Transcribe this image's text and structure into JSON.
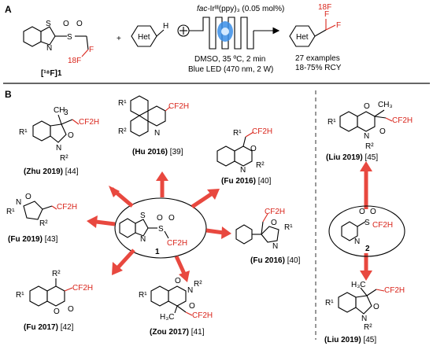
{
  "panel_a": {
    "label": "A",
    "reagent_label": "[¹⁸F]1",
    "plus": "+",
    "het": "Het",
    "h_atom": "H",
    "catalyst_prefix": "fac-",
    "catalyst_rest": "Irᴵᴵᴵ(ppy)₃ (0.05 mol%)",
    "cond_line1": "DMSO, 35 ºC, 2 min",
    "cond_line2": "Blue LED (470 nm, 2 W)",
    "product_het": "Het",
    "result_line1": "27 examples",
    "result_line2": "18-75% RCY",
    "f18_label": "18F",
    "f_label": "F"
  },
  "panel_b": {
    "label": "B",
    "center_reagent_num": "1",
    "right_reagent_num": "2",
    "cf2h": "CF2H",
    "products": [
      {
        "author": "(Zhu 2019)",
        "ref": "[44]"
      },
      {
        "author": "(Hu 2016)",
        "ref": "[39]"
      },
      {
        "author": "(Fu 2016)",
        "ref": "[40]"
      },
      {
        "author": "(Fu 2019)",
        "ref": "[43]"
      },
      {
        "author": "(Fu 2016)",
        "ref": "[40]"
      },
      {
        "author": "(Fu 2017)",
        "ref": "[42]"
      },
      {
        "author": "(Zou 2017)",
        "ref": "[41]"
      },
      {
        "author": "(Liu 2019)",
        "ref": "[45]"
      },
      {
        "author": "(Liu 2019)",
        "ref": "[45]"
      }
    ]
  },
  "colors": {
    "accent_red": "#d9261c",
    "arrow_red": "#e8483f",
    "divider": "#555555"
  }
}
